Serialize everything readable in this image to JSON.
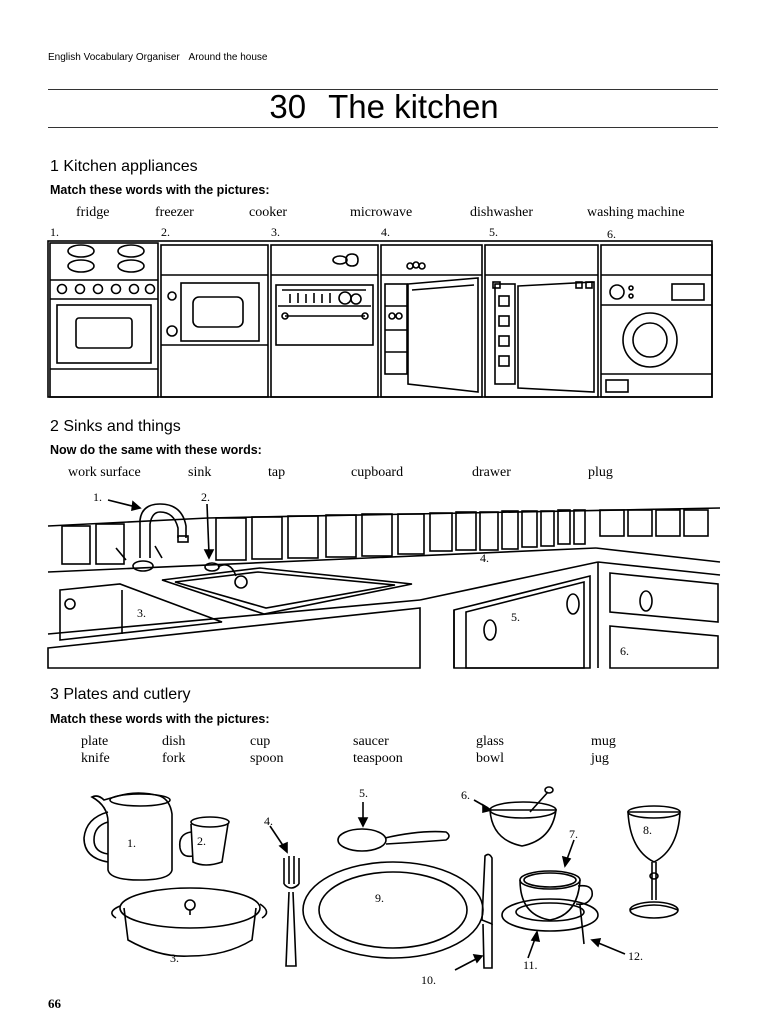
{
  "header": {
    "book": "English Vocabulary Organiser",
    "topic": "Around the house"
  },
  "unit": {
    "number": "30",
    "title": "The kitchen"
  },
  "sections": [
    {
      "heading": "1  Kitchen appliances",
      "instruction": "Match these words with the pictures:",
      "words": [
        "fridge",
        "freezer",
        "cooker",
        "microwave",
        "dishwasher",
        "washing machine"
      ],
      "labels": [
        "1.",
        "2.",
        "3.",
        "4.",
        "5.",
        "6."
      ]
    },
    {
      "heading": "2  Sinks and things",
      "instruction": "Now do the same with these words:",
      "words": [
        "work surface",
        "sink",
        "tap",
        "cupboard",
        "drawer",
        "plug"
      ],
      "labels": [
        "1.",
        "2.",
        "3.",
        "4.",
        "5.",
        "6."
      ]
    },
    {
      "heading": "3  Plates and cutlery",
      "instruction": "Match these words with the pictures:",
      "words_row1": [
        "plate",
        "dish",
        "cup",
        "saucer",
        "glass",
        "mug"
      ],
      "words_row2": [
        "knife",
        "fork",
        "spoon",
        "teaspoon",
        "bowl",
        "jug"
      ],
      "labels": [
        "1.",
        "2.",
        "3.",
        "4.",
        "5.",
        "6.",
        "7.",
        "8.",
        "9.",
        "10.",
        "11.",
        "12."
      ]
    }
  ],
  "page_number": "66"
}
